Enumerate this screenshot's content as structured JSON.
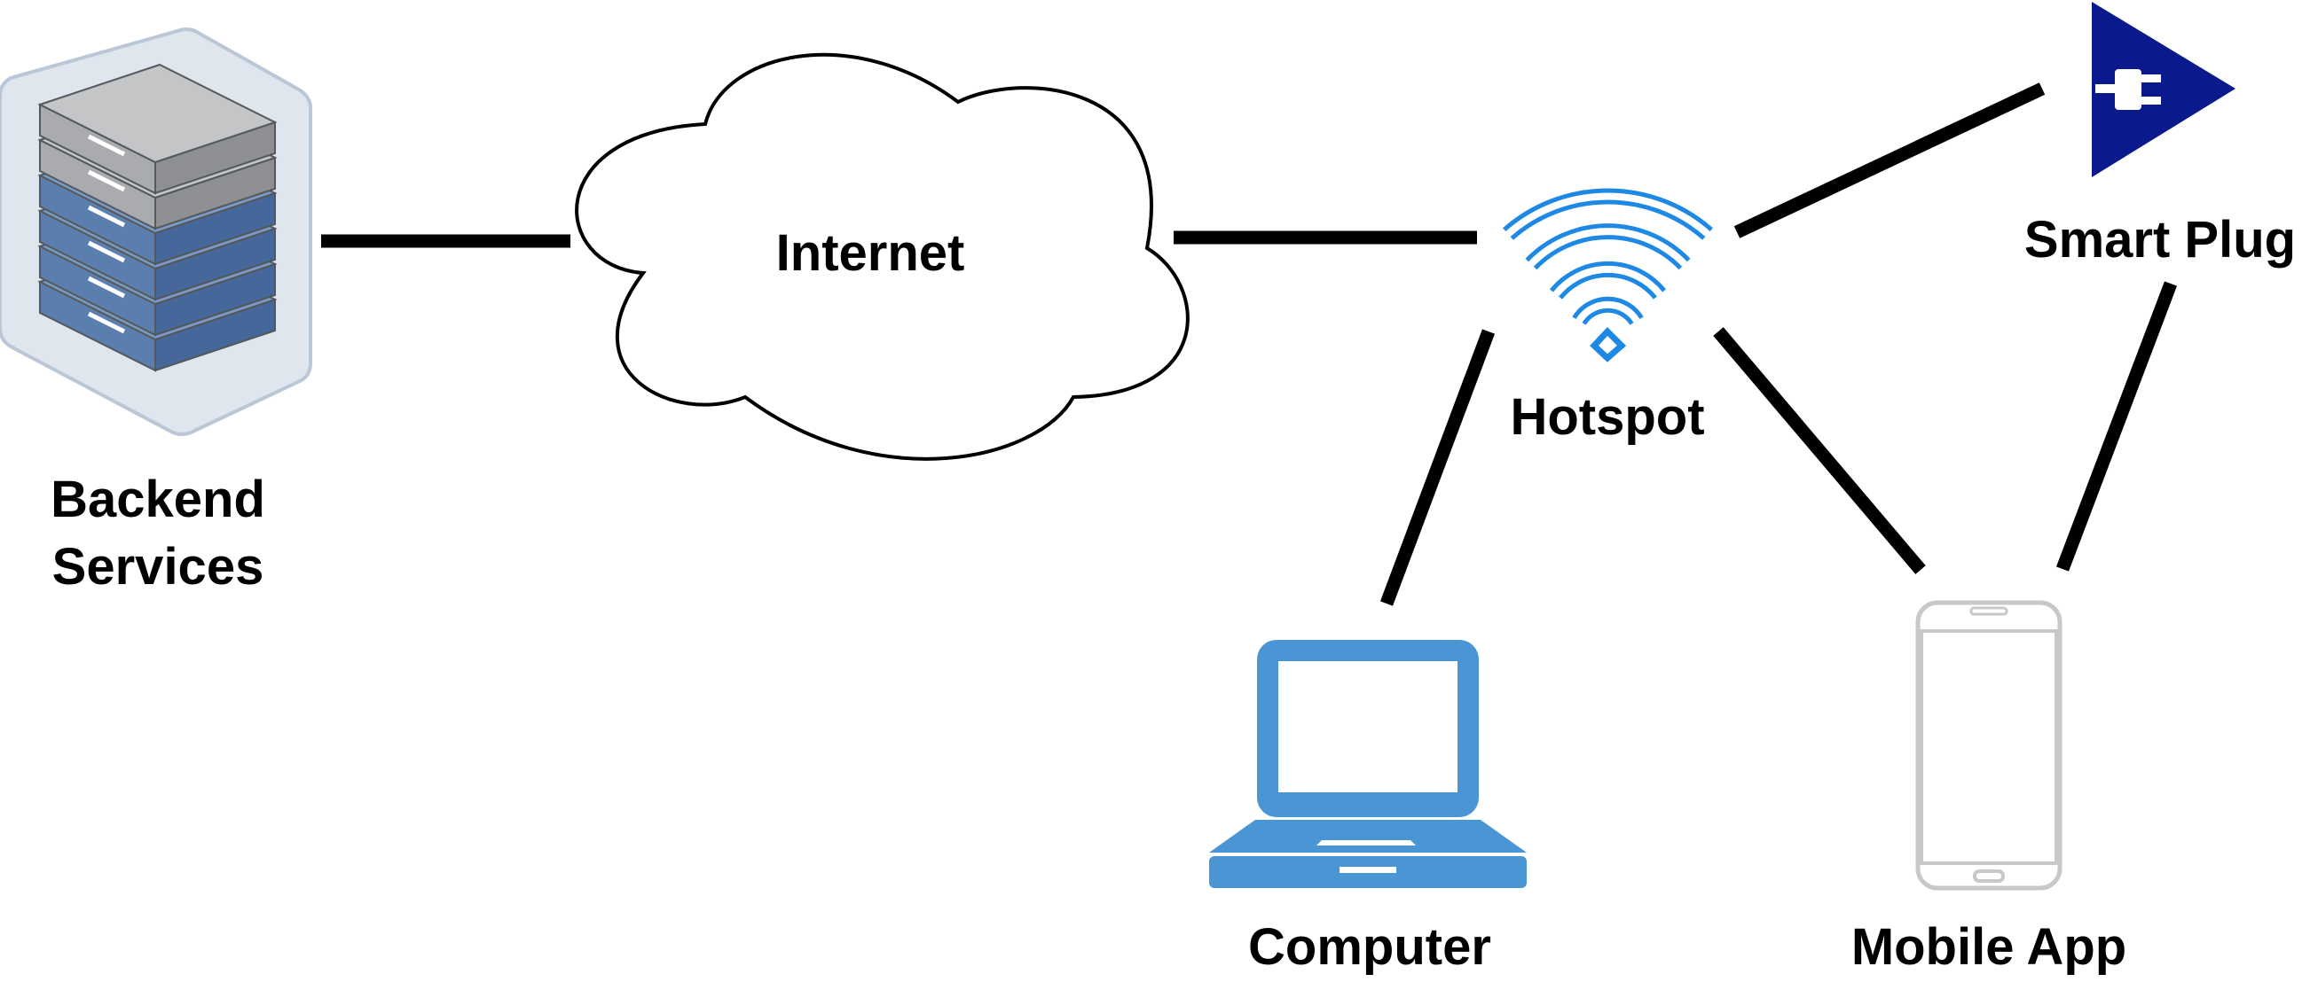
{
  "nodes": {
    "backend": {
      "label_line1": "Backend",
      "label_line2": "Services",
      "icon": "server-rack-icon"
    },
    "internet": {
      "label": "Internet",
      "icon": "cloud-icon"
    },
    "hotspot": {
      "label": "Hotspot",
      "icon": "wifi-icon"
    },
    "smart_plug": {
      "label": "Smart Plug",
      "icon": "plug-icon"
    },
    "computer": {
      "label": "Computer",
      "icon": "laptop-icon"
    },
    "mobile_app": {
      "label": "Mobile App",
      "icon": "smartphone-icon"
    }
  },
  "links": [
    {
      "from": "Backend Services",
      "to": "Internet"
    },
    {
      "from": "Internet",
      "to": "Hotspot"
    },
    {
      "from": "Hotspot",
      "to": "Smart Plug"
    },
    {
      "from": "Hotspot",
      "to": "Computer"
    },
    {
      "from": "Hotspot",
      "to": "Mobile App"
    },
    {
      "from": "Smart Plug",
      "to": "Mobile App"
    }
  ],
  "colors": {
    "wifi": "#1e88e5",
    "laptop": "#4a96d4",
    "plug": "#0a1a8c",
    "server_blue": "#5a7fae",
    "server_gray": "#a9abae",
    "phone": "#c8c8c8",
    "line": "#000000"
  }
}
